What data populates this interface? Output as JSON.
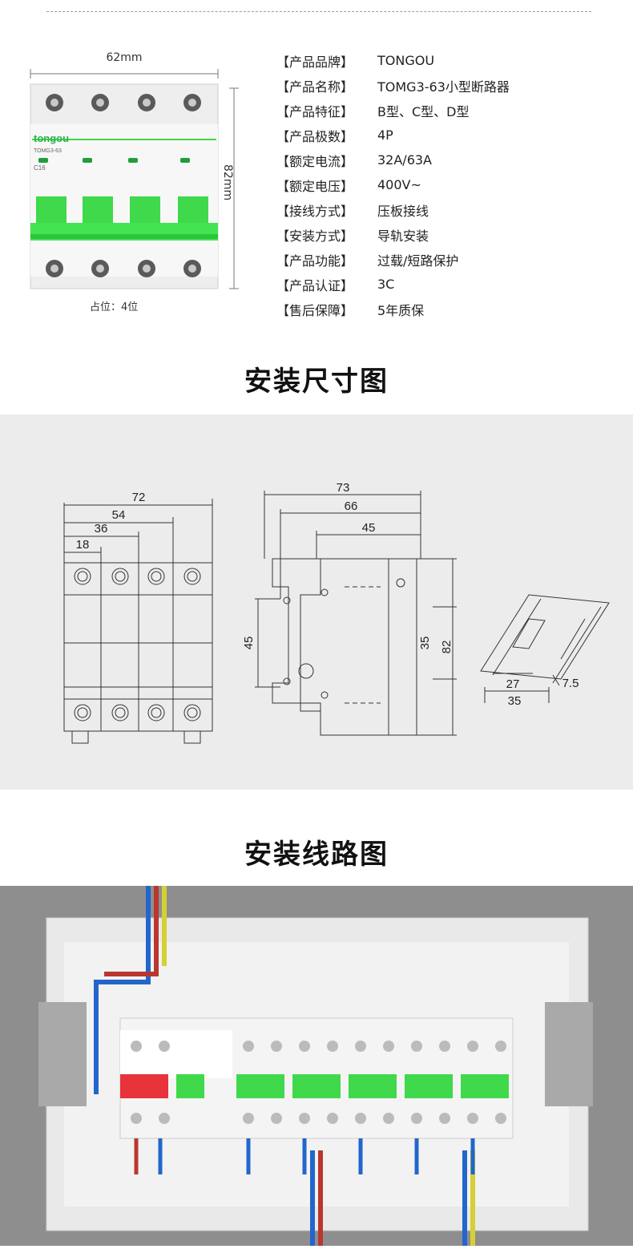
{
  "product": {
    "width_label": "62mm",
    "height_label": "82mm",
    "occupy_label": "占位：4位",
    "brand_logo": "tongou",
    "model_print": "TOMG3-63",
    "rating_print": "C16"
  },
  "specs": [
    {
      "key": "【产品品牌】",
      "value": "TONGOU"
    },
    {
      "key": "【产品名称】",
      "value": "TOMG3-63小型断路器"
    },
    {
      "key": "【产品特征】",
      "value": "B型、C型、D型"
    },
    {
      "key": "【产品极数】",
      "value": "4P"
    },
    {
      "key": "【额定电流】",
      "value": "32A/63A"
    },
    {
      "key": "【额定电压】",
      "value": "400V~"
    },
    {
      "key": "【接线方式】",
      "value": "压板接线"
    },
    {
      "key": "【安装方式】",
      "value": "导轨安装"
    },
    {
      "key": "【产品功能】",
      "value": "过载/短路保护"
    },
    {
      "key": "【产品认证】",
      "value": "3C"
    },
    {
      "key": "【售后保障】",
      "value": "5年质保"
    }
  ],
  "sections": {
    "dimensions_title": "安装尺寸图",
    "wiring_title": "安装线路图"
  },
  "dimensions": {
    "front": {
      "d72": "72",
      "d54": "54",
      "d36": "36",
      "d18": "18"
    },
    "side": {
      "d73": "73",
      "d66": "66",
      "d45_top": "45",
      "d45_left": "45",
      "d35": "35",
      "d82": "82"
    },
    "rail": {
      "d27": "27",
      "d35": "35",
      "d75": "7.5"
    }
  },
  "colors": {
    "breaker_green": "#3fd94b",
    "brand_green": "#2bb24c",
    "rcd_red": "#e8333a",
    "panel_gray": "#ececec",
    "wiring_bg": "#8e8e8e"
  }
}
